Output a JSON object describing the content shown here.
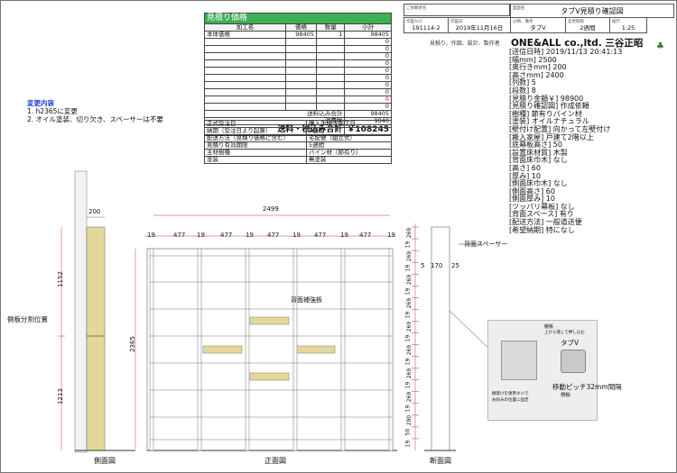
{
  "estimate": {
    "title": "見積り価格",
    "headers": [
      "加工名",
      "価格",
      "数量",
      "小計"
    ],
    "rows": [
      {
        "name": "本体価格",
        "price": "98405",
        "qty": "1",
        "subtotal": "98405"
      },
      {
        "subtotal": "0"
      },
      {
        "subtotal": "0"
      },
      {
        "subtotal": "0"
      },
      {
        "subtotal": "0"
      },
      {
        "subtotal": "0"
      },
      {
        "subtotal": "0"
      },
      {
        "subtotal": "0"
      },
      {
        "subtotal": "0"
      },
      {
        "subtotal": "0"
      },
      {
        "subtotal": "0"
      }
    ],
    "shipping_label": "送料込み合計",
    "shipping_value": "98405",
    "tax_label": "消費税",
    "tax_value": "9840",
    "total_label": "送料・税込み合計",
    "total_value": "￥108245"
  },
  "terms": [
    {
      "k": "正式受注日",
      "v": "購入手続き完了日"
    },
    {
      "k": "納期（受注日より起算）",
      "v": "5週間"
    },
    {
      "k": "配送方法（見積り価格に含む）",
      "v": "宅配便（組立式）"
    },
    {
      "k": "見積り有効期限",
      "v": "5週間"
    },
    {
      "k": "主材樹種",
      "v": "パイン材（節有り）"
    },
    {
      "k": "塗装",
      "v": "無塗装"
    }
  ],
  "header": {
    "customer_label": "ご依頼者名",
    "drawing_label": "図面名",
    "drawing_value": "タブV見積り確認図",
    "no_label": "作図ＮＯ",
    "no_value": "191114-2",
    "date_label": "作図日",
    "date_value": "2019年11月16日",
    "category_label": "分類、備考",
    "category_value": "タブV",
    "period_label": "変更期限",
    "period_value": "2週間",
    "scale_label": "縮尺",
    "scale_value": "1:25",
    "sub_note": "見積り、作図、設計、製作者",
    "company": "ONE&ALL co.,ltd. 三谷正昭"
  },
  "spec": [
    "[送信日時] 2019/11/13 20:41:13",
    "[幅mm] 2500",
    "[奥行きmm] 200",
    "[高さmm] 2400",
    "[列数] 5",
    "[段数] 8",
    "[見積り金額￥] 98900",
    "[見積り確認図] 作成依頼",
    "[樹種] 節有りパイン材",
    "[塗装] オイルナチュラル",
    "[壁付け配置] 向かって左壁付け",
    "[搬入家屋] 戸建て2階以上",
    "[底幕板高さ] 50",
    "[設置床材質] 木製",
    "[背面床巾木] なし",
    "[高さ] 60",
    "[厚み] 10",
    "[側面床巾木] なし",
    "[側面高さ] 60",
    "[側面厚み] 10",
    "[ツッパリ幕板] なし",
    "[背面スペース] 有り",
    "[配送方法] 一般道送便",
    "[希望納期] 特になし"
  ],
  "changes": {
    "title": "変更内容",
    "items": [
      "1.  h2365に変更",
      "2.  オイル塗装、切り欠き、スペーサーは不要"
    ]
  },
  "drawings": {
    "side_label": "側面図",
    "front_label": "正面図",
    "section_label": "断面図",
    "side_width": "200",
    "side_upper": "1152",
    "side_lower": "1213",
    "side_split": "側板分割位置",
    "front_total": "2499",
    "front_height": "2365",
    "front_cols": [
      "19",
      "477",
      "19",
      "477",
      "19",
      "477",
      "19",
      "477",
      "19",
      "477",
      "19"
    ],
    "back_reinforce": "背面補強板",
    "section_space": "背面スペーサー",
    "section_dims": [
      "5",
      "170",
      "25"
    ],
    "section_rows": [
      "269",
      "19",
      "269",
      "19",
      "269",
      "19",
      "269",
      "19",
      "269",
      "19",
      "269",
      "19",
      "269",
      "19",
      "269",
      "19",
      "290",
      "50",
      "19"
    ],
    "photo_tab": "タブV",
    "photo_a": "棚板",
    "photo_a2": "上から落して押し込む",
    "photo_b": "棚受けを専用ネジで",
    "photo_b2": "お好みの位置に固定",
    "photo_c": "側板",
    "photo_pitch": "移動ピッチ32mm間隔"
  }
}
